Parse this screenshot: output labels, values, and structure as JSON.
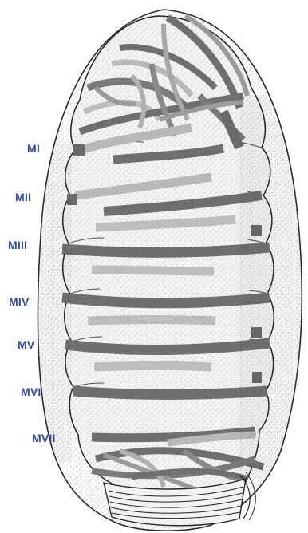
{
  "colors": {
    "label": "#2f4aa0",
    "body_outline": "#2a2a2a",
    "muscle_dark": "#6f6f6f",
    "muscle_light": "#b8b8b8",
    "stipple": "#3a3a3a"
  },
  "labels": {
    "m1": "MI",
    "m2": "MII",
    "m3": "MIII",
    "m4": "MIV",
    "m5": "MV",
    "m6": "MVI",
    "m7": "MVII"
  }
}
